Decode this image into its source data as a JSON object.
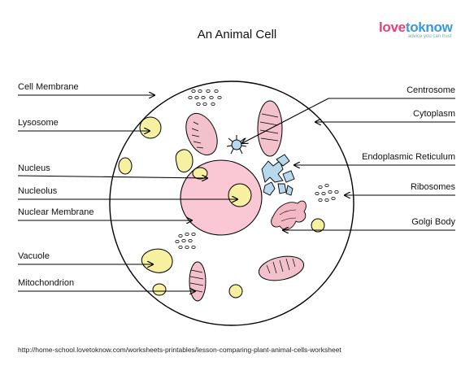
{
  "title": "An Animal Cell",
  "logo": {
    "part1": "love",
    "part2": "to",
    "part3": "know",
    "tagline": "advice you can trust"
  },
  "labels_left": {
    "cell_membrane": "Cell Membrane",
    "lysosome": "Lysosome",
    "nucleus": "Nucleus",
    "nucleolus": "Nucleolus",
    "nuclear_membrane": "Nuclear Membrane",
    "vacuole": "Vacuole",
    "mitochondrion": "Mitochondrion"
  },
  "labels_right": {
    "centrosome": "Centrosome",
    "cytoplasm": "Cytoplasm",
    "endoplasmic_reticulum": "Endoplasmic Reticulum",
    "ribosomes": "Ribosomes",
    "golgi_body": "Golgi Body"
  },
  "source_url": "http://home-school.lovetoknow.com/worksheets-printables/lesson-comparing-plant-animal-cells-worksheet",
  "colors": {
    "nucleus_fill": "#f9c8d4",
    "nucleolus_fill": "#f6f0a0",
    "mitochondria_fill": "#f3c1cc",
    "lysosome_fill": "#f6f0a0",
    "er_fill": "#b8d8ee",
    "golgi_fill": "#f3b8c4",
    "centrosome_fill": "#b8d8ee"
  }
}
